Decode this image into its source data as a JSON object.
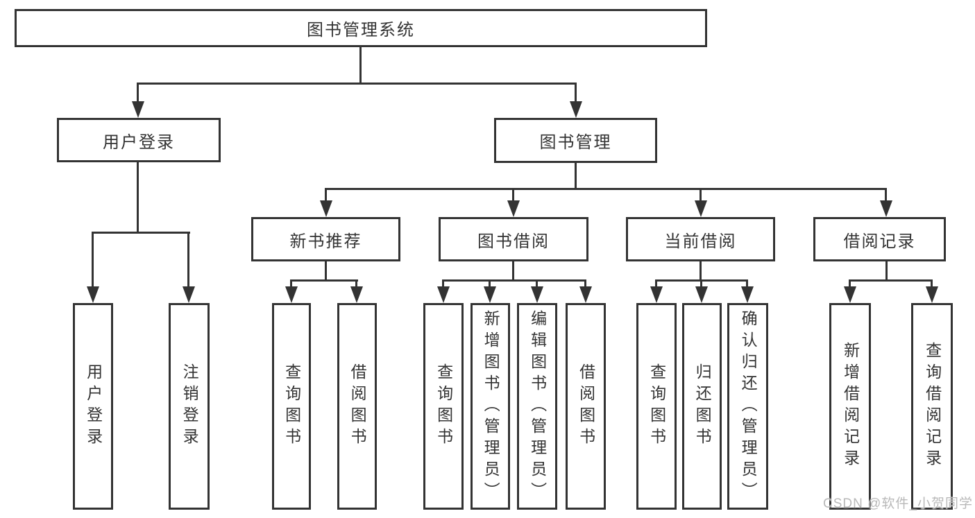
{
  "tree": {
    "label": "图书管理系统",
    "children": [
      {
        "label": "用户登录",
        "children": [
          {
            "label": "用户登录"
          },
          {
            "label": "注销登录"
          }
        ]
      },
      {
        "label": "图书管理",
        "children": [
          {
            "label": "新书推荐",
            "children": [
              {
                "label": "查询图书"
              },
              {
                "label": "借阅图书"
              }
            ]
          },
          {
            "label": "图书借阅",
            "children": [
              {
                "label": "查询图书"
              },
              {
                "label": "新增图书（管理员）"
              },
              {
                "label": "编辑图书（管理员）"
              },
              {
                "label": "借阅图书"
              }
            ]
          },
          {
            "label": "当前借阅",
            "children": [
              {
                "label": "查询图书"
              },
              {
                "label": "归还图书"
              },
              {
                "label": "确认归还（管理员）"
              }
            ]
          },
          {
            "label": "借阅记录",
            "children": [
              {
                "label": "新增借阅记录"
              },
              {
                "label": "查询借阅记录"
              }
            ]
          }
        ]
      }
    ]
  },
  "watermark": "CSDN @软件_小贺同学",
  "colors": {
    "line": "#333333",
    "text": "#333333",
    "watermark": "#b9b9b9",
    "background": "#ffffff"
  }
}
